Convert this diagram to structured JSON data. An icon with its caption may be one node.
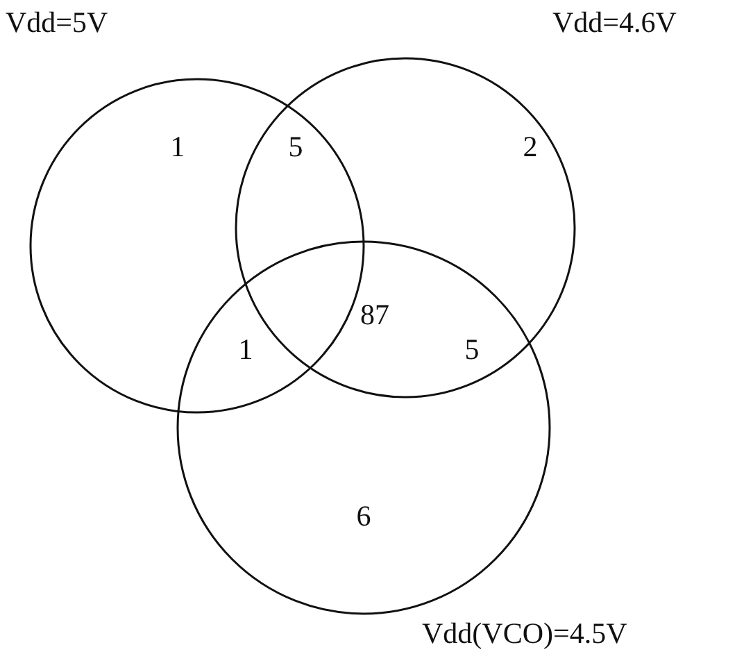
{
  "diagram": {
    "nodes": [
      {
        "text": [
          "Vdd=5V"
        ]
      },
      {
        "text": [
          "Vdd=4.6V"
        ]
      },
      {
        "text": [
          "Vdd(VCO)=4.5V"
        ]
      }
    ],
    "labels": [
      "1",
      "5",
      "2",
      "87",
      "1",
      "5",
      "6"
    ]
  }
}
